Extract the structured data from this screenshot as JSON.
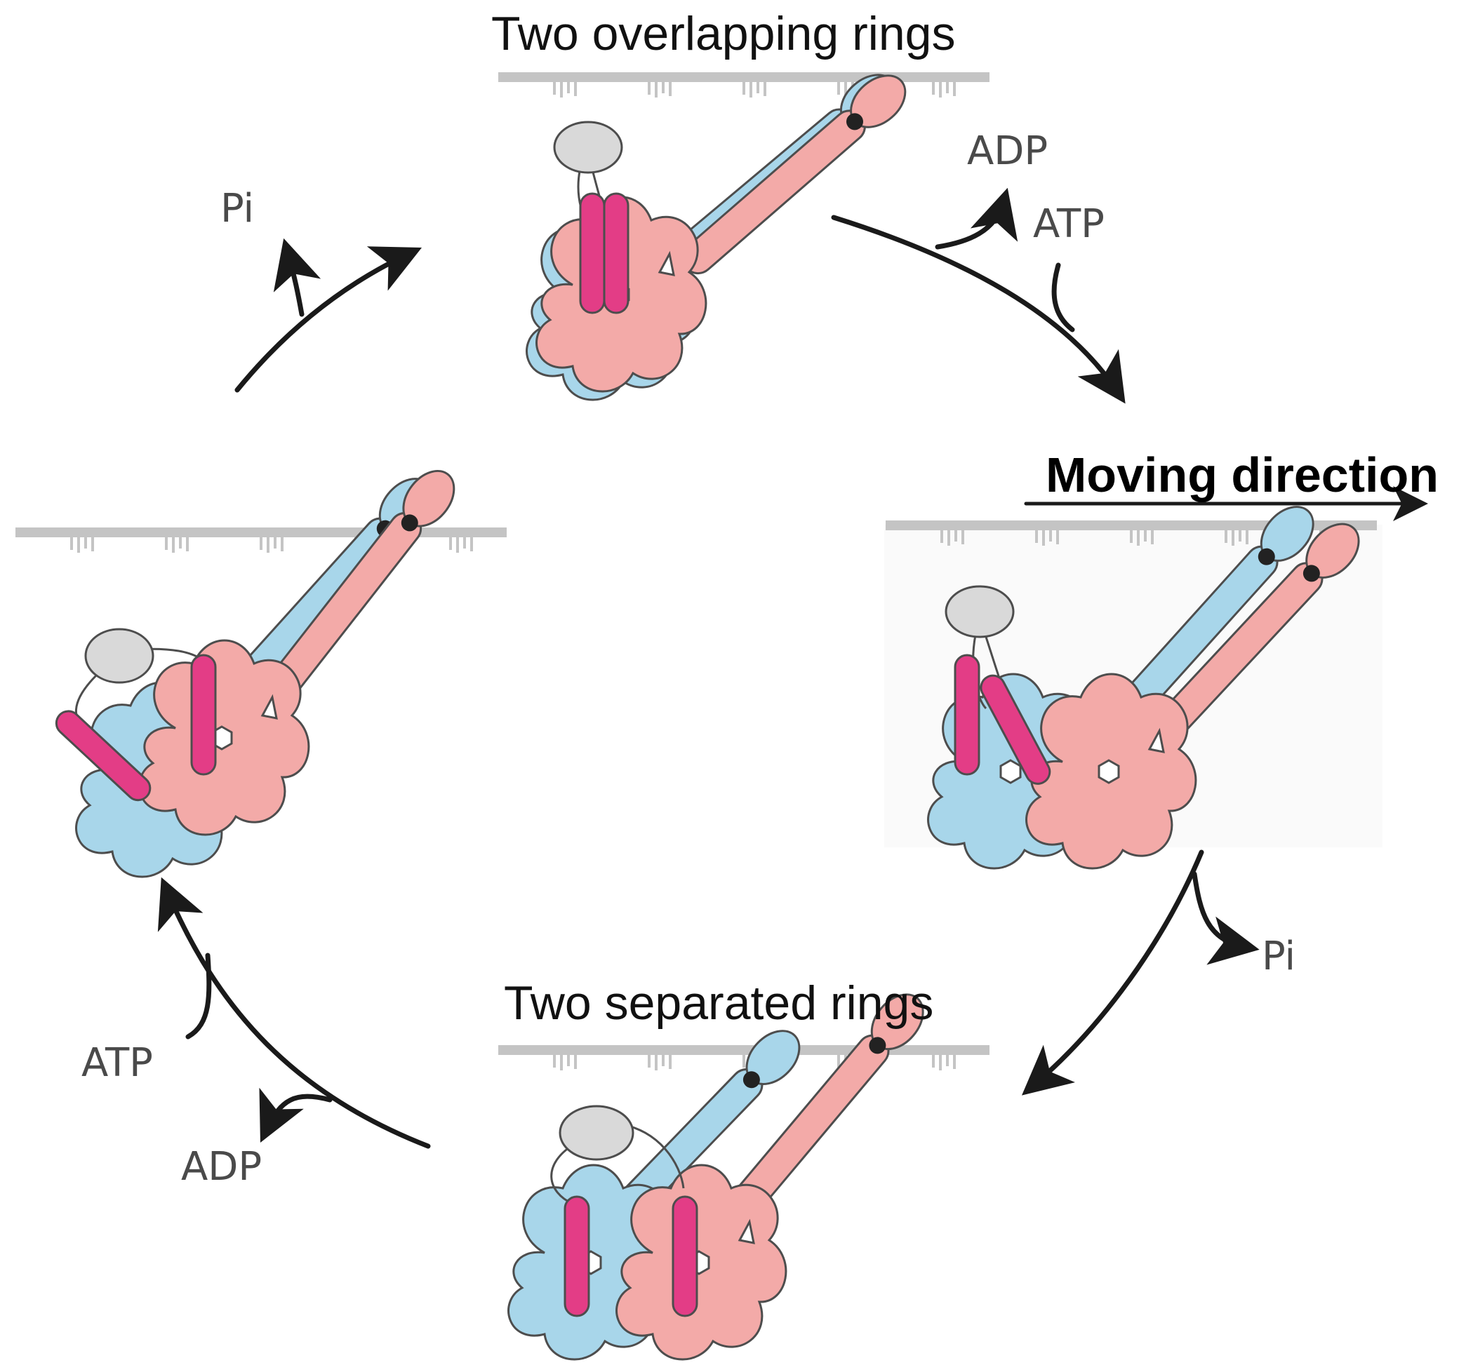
{
  "labels": {
    "top_title": "Two overlapping rings",
    "bottom_title": "Two separated rings",
    "moving_direction": "Moving direction",
    "top_right_adp": "ADP",
    "top_right_atp": "ATP",
    "top_left_pi": "Pi",
    "right_pi": "Pi",
    "bottom_left_atp": "ATP",
    "bottom_left_adp": "ADP"
  },
  "colors": {
    "track": "#c4c4c4",
    "blue_ring": "#a8d6ea",
    "pink_ring": "#f3aaa8",
    "magenta_rod": "#e33d86",
    "gray_head": "#d9d9d9",
    "outline": "#4d4d4d",
    "arrow": "#1a1a1a"
  }
}
